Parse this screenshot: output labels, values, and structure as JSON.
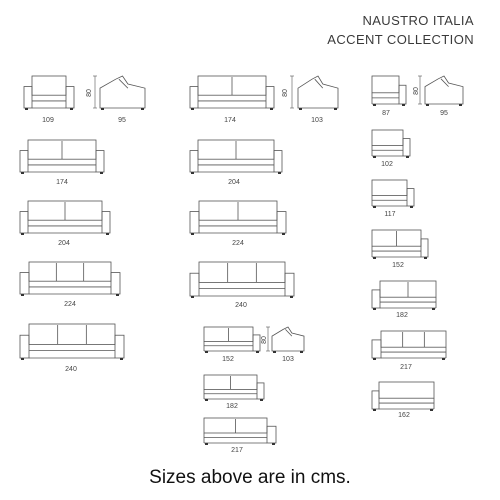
{
  "brand": {
    "line1": "NAUSTRO ITALIA",
    "line2": "ACCENT COLLECTION"
  },
  "footer": "Sizes above are in cms.",
  "colors": {
    "stroke": "#555555",
    "text": "#444444",
    "feet": "#333333"
  },
  "group_a": {
    "armchair_width": "109",
    "armchair_depth": "95",
    "armchair_height": "80",
    "sofas": [
      "174",
      "204",
      "224",
      "240"
    ]
  },
  "group_b": {
    "sofa_width": "174",
    "sofa_depth": "103",
    "sofa_height": "80",
    "sofas": [
      "204",
      "224",
      "240"
    ],
    "chaise_width": "152",
    "chaise_depth": "103",
    "chaise_height": "80",
    "chaises": [
      "182",
      "217"
    ]
  },
  "group_c": {
    "module_width": "87",
    "module_depth": "95",
    "module_height": "80",
    "modules": [
      "102",
      "117",
      "152",
      "182",
      "217",
      "162"
    ]
  }
}
